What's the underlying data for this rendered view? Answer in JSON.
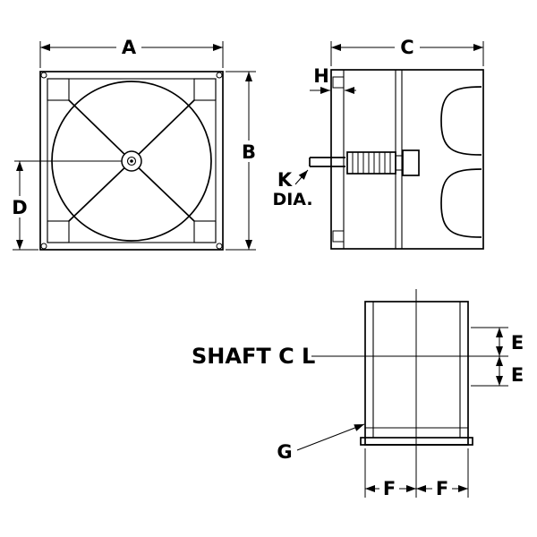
{
  "drawing": {
    "type": "fan-dimension-drawing",
    "views": [
      "front",
      "side",
      "bottom"
    ],
    "colors": {
      "line": "#000000",
      "background": "#ffffff"
    },
    "labels": {
      "front": {
        "width": "A",
        "height": "B",
        "center_to_bottom": "D"
      },
      "side": {
        "depth": "C",
        "flange": "H",
        "shaft_k": "K",
        "shaft_dia": "DIA."
      },
      "bottom": {
        "shaft_centerline": "SHAFT C L",
        "e_upper": "E",
        "e_lower": "E",
        "f_left": "F",
        "f_right": "F",
        "base_angle": "G"
      }
    }
  }
}
